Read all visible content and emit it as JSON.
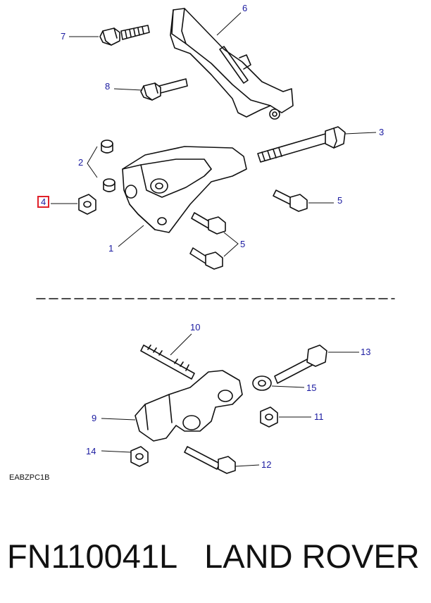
{
  "diagram": {
    "callouts": [
      {
        "id": "1",
        "label": "1"
      },
      {
        "id": "2",
        "label": "2"
      },
      {
        "id": "3",
        "label": "3"
      },
      {
        "id": "4",
        "label": "4",
        "highlighted": true
      },
      {
        "id": "5a",
        "label": "5"
      },
      {
        "id": "5b",
        "label": "5"
      },
      {
        "id": "6",
        "label": "6"
      },
      {
        "id": "7",
        "label": "7"
      },
      {
        "id": "8",
        "label": "8"
      },
      {
        "id": "9",
        "label": "9"
      },
      {
        "id": "10",
        "label": "10"
      },
      {
        "id": "11",
        "label": "11"
      },
      {
        "id": "12",
        "label": "12"
      },
      {
        "id": "13",
        "label": "13"
      },
      {
        "id": "14",
        "label": "14"
      },
      {
        "id": "15",
        "label": "15"
      }
    ],
    "reference_code": "EABZPC1B",
    "colors": {
      "callout_text": "#1a1aa0",
      "highlight_border": "#e0202a",
      "line_art": "#111111"
    }
  },
  "footer": {
    "part_number": "FN110041L",
    "brand": "LAND ROVER"
  }
}
